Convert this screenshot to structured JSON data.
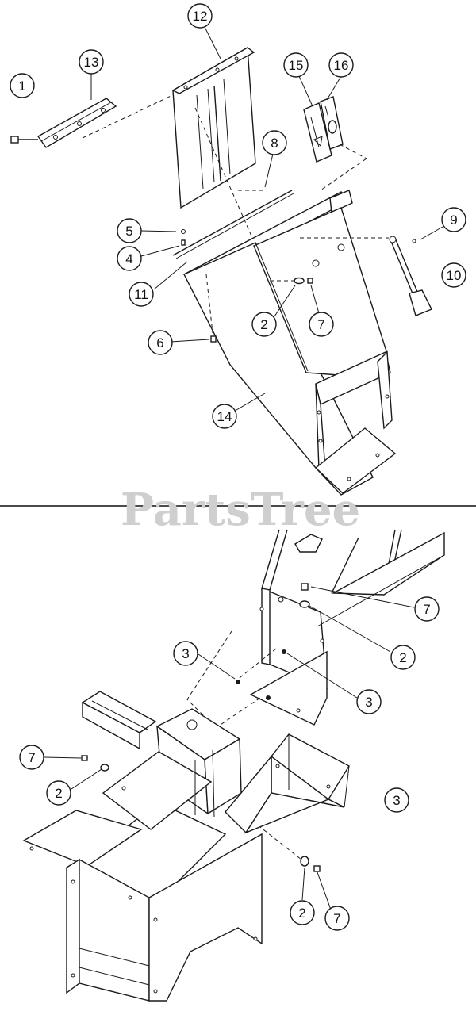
{
  "watermark": "PartsTree",
  "upper_callouts": [
    {
      "id": "c1",
      "label": "1"
    },
    {
      "id": "c13",
      "label": "13"
    },
    {
      "id": "c12",
      "label": "12"
    },
    {
      "id": "c15",
      "label": "15"
    },
    {
      "id": "c16",
      "label": "16"
    },
    {
      "id": "c8",
      "label": "8"
    },
    {
      "id": "c9",
      "label": "9"
    },
    {
      "id": "c10",
      "label": "10"
    },
    {
      "id": "c5",
      "label": "5"
    },
    {
      "id": "c4",
      "label": "4"
    },
    {
      "id": "c11",
      "label": "11"
    },
    {
      "id": "c2a",
      "label": "2"
    },
    {
      "id": "c7a",
      "label": "7"
    },
    {
      "id": "c6",
      "label": "6"
    },
    {
      "id": "c14",
      "label": "14"
    }
  ],
  "lower_callouts": [
    {
      "id": "c7b",
      "label": "7"
    },
    {
      "id": "c2b",
      "label": "2"
    },
    {
      "id": "c3a",
      "label": "3"
    },
    {
      "id": "c3b",
      "label": "3"
    },
    {
      "id": "c3c",
      "label": "3"
    },
    {
      "id": "c7c",
      "label": "7"
    },
    {
      "id": "c2c",
      "label": "2"
    },
    {
      "id": "c2d",
      "label": "2"
    },
    {
      "id": "c7d",
      "label": "7"
    }
  ]
}
